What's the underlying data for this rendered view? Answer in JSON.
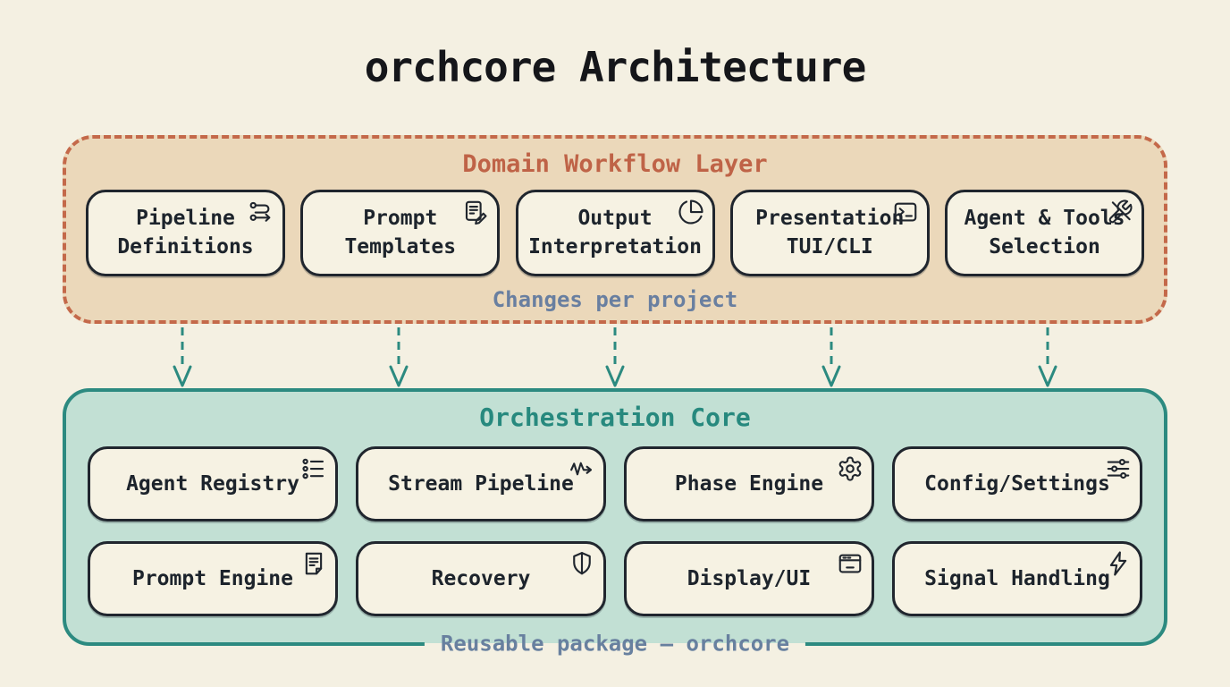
{
  "title": "orchcore Architecture",
  "colors": {
    "background": "#f4f0e2",
    "domain_fill": "#ebd8ba",
    "domain_border": "#c4694a",
    "domain_title": "#bf6347",
    "core_fill": "#c2e0d4",
    "core_border": "#2c8a80",
    "core_title": "#27897e",
    "caption_text": "#697fa0",
    "node_fill": "#f6f2e3",
    "node_border": "#20262e",
    "arrow": "#2c8a80"
  },
  "domain_layer": {
    "title": "Domain Workflow Layer",
    "caption": "Changes per project",
    "boxes": [
      {
        "label": "Pipeline Definitions",
        "icon": "route-icon"
      },
      {
        "label": "Prompt Templates",
        "icon": "document-edit-icon"
      },
      {
        "label": "Output Interpretation",
        "icon": "pie-chart-icon"
      },
      {
        "label": "Presentation TUI/CLI",
        "icon": "terminal-icon"
      },
      {
        "label": "Agent & Tools Selection",
        "icon": "tools-icon"
      }
    ]
  },
  "core_layer": {
    "title": "Orchestration Core",
    "caption": "Reusable package — orchcore",
    "row1": [
      {
        "label": "Agent Registry",
        "icon": "list-icon"
      },
      {
        "label": "Stream Pipeline",
        "icon": "stream-icon"
      },
      {
        "label": "Phase Engine",
        "icon": "gear-icon"
      },
      {
        "label": "Config/Settings",
        "icon": "sliders-icon"
      }
    ],
    "row2": [
      {
        "label": "Prompt Engine",
        "icon": "document-icon"
      },
      {
        "label": "Recovery",
        "icon": "shield-icon"
      },
      {
        "label": "Display/UI",
        "icon": "window-icon"
      },
      {
        "label": "Signal Handling",
        "icon": "lightning-icon"
      }
    ]
  },
  "arrow_count": "5"
}
